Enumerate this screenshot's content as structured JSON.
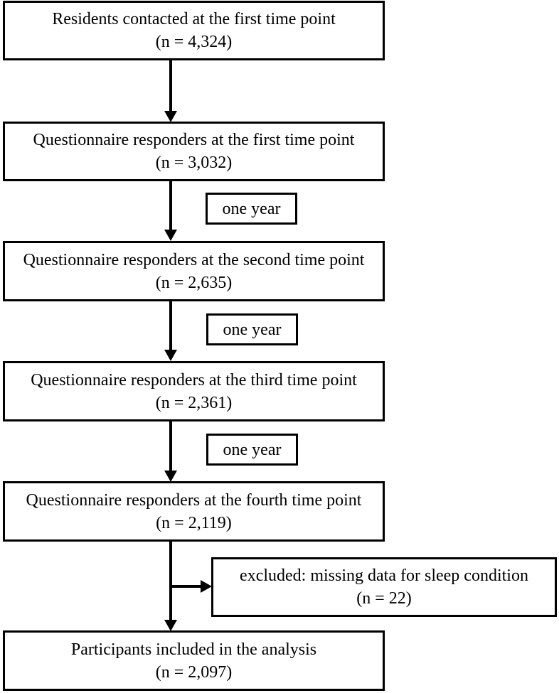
{
  "flowchart": {
    "steps": [
      {
        "title": "Residents contacted at the first time point",
        "count": "(n = 4,324)"
      },
      {
        "title": "Questionnaire responders at the first time point",
        "count": "(n = 3,032)"
      },
      {
        "title": "Questionnaire responders at the second time point",
        "count": "(n = 2,635)"
      },
      {
        "title": "Questionnaire responders at the third time point",
        "count": "(n = 2,361)"
      },
      {
        "title": "Questionnaire responders at the fourth time point",
        "count": "(n = 2,119)"
      },
      {
        "title": "Participants included in the analysis",
        "count": "(n = 2,097)"
      }
    ],
    "intervals": [
      "one year",
      "one year",
      "one year"
    ],
    "exclusion": {
      "title": "excluded: missing data for sleep condition",
      "count": "(n = 22)"
    }
  }
}
